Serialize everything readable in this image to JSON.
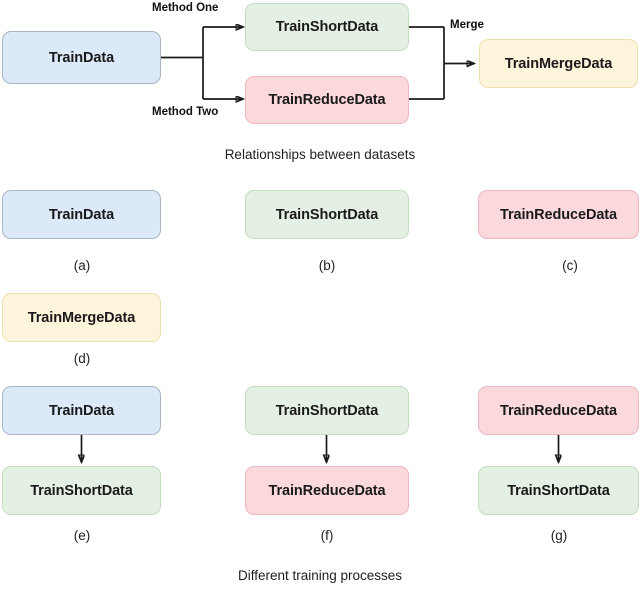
{
  "figure": {
    "top_caption": "Relationships between datasets",
    "bottom_caption": "Different training processes"
  },
  "palette": {
    "blue_fill": "#dbe9f8",
    "blue_border": "#a9b6c6",
    "green_fill": "#e4f0e3",
    "green_border": "#c3ddc0",
    "red_fill": "#fad8dc",
    "red_border": "#eeb7bf",
    "yellow_fill": "#fdf4dc",
    "yellow_border": "#efdfae",
    "arrow": "#1a1a1a"
  },
  "top_diagram": {
    "nodes": {
      "source": "TrainData",
      "branch_upper": "TrainShortData",
      "branch_lower": "TrainReduceData",
      "result": "TrainMergeData"
    },
    "edge_labels": {
      "upper": "Method One",
      "lower": "Method Two",
      "merge": "Merge"
    }
  },
  "panels_single": [
    {
      "key": "a",
      "label": "(a)",
      "node": "TrainData",
      "color": "blue"
    },
    {
      "key": "b",
      "label": "(b)",
      "node": "TrainShortData",
      "color": "green"
    },
    {
      "key": "c",
      "label": "(c)",
      "node": "TrainReduceData",
      "color": "red"
    },
    {
      "key": "d",
      "label": "(d)",
      "node": "TrainMergeData",
      "color": "yellow"
    }
  ],
  "panels_flow": [
    {
      "key": "e",
      "label": "(e)",
      "from": "TrainData",
      "from_color": "blue",
      "to": "TrainShortData",
      "to_color": "green"
    },
    {
      "key": "f",
      "label": "(f)",
      "from": "TrainShortData",
      "from_color": "green",
      "to": "TrainReduceData",
      "to_color": "red"
    },
    {
      "key": "g",
      "label": "(g)",
      "from": "TrainReduceData",
      "from_color": "red",
      "to": "TrainShortData",
      "to_color": "green"
    }
  ]
}
